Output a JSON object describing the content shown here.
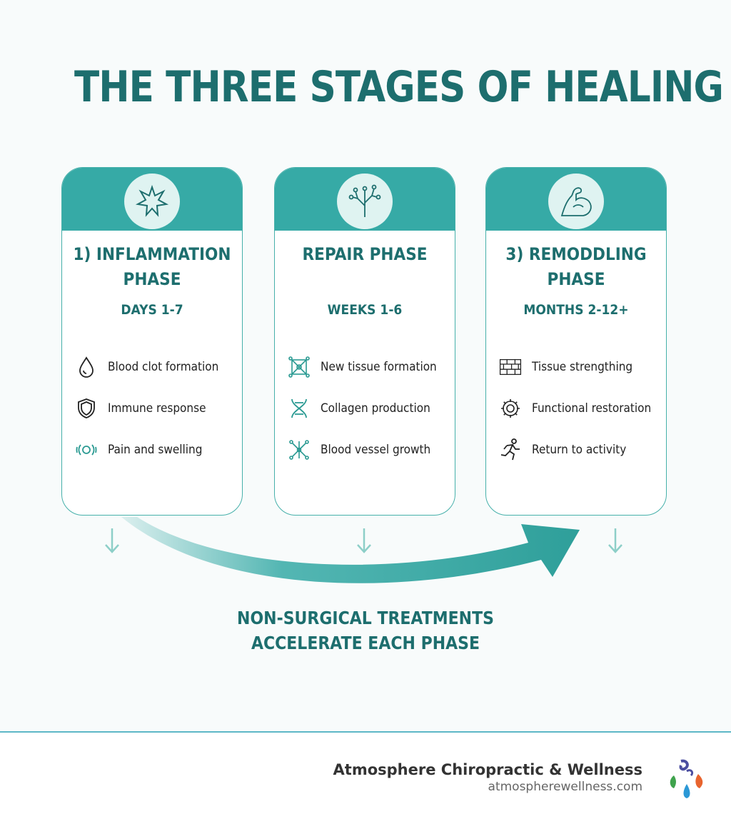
{
  "title": "THE THREE STAGES OF HEALING",
  "stages": [
    {
      "title_line1": "1) INFLAMMATION",
      "title_line2": "PHASE",
      "duration": "DAYS 1-7",
      "header_icon": "burst-icon",
      "items": [
        {
          "label": "Blood clot formation",
          "icon": "droplet-icon"
        },
        {
          "label": "Immune response",
          "icon": "shield-icon"
        },
        {
          "label": "Pain and swelling",
          "icon": "swelling-icon"
        }
      ]
    },
    {
      "title_line1": "REPAIR PHASE",
      "title_line2": "",
      "duration": "WEEKS 1-6",
      "header_icon": "cell-branch-icon",
      "items": [
        {
          "label": "New tissue formation",
          "icon": "tissue-grid-icon"
        },
        {
          "label": "Collagen production",
          "icon": "dna-icon"
        },
        {
          "label": "Blood vessel growth",
          "icon": "vessel-network-icon"
        }
      ]
    },
    {
      "title_line1": "3) REMODDLING",
      "title_line2": "PHASE",
      "duration": "MONTHS 2-12+",
      "header_icon": "flexed-arm-icon",
      "items": [
        {
          "label": "Tissue strengthing",
          "icon": "brick-wall-icon"
        },
        {
          "label": "Functional restoration",
          "icon": "gear-icon"
        },
        {
          "label": "Return to activity",
          "icon": "runner-icon"
        }
      ]
    }
  ],
  "flow_caption_line1": "NON-SURGICAL TREATMENTS",
  "flow_caption_line2": "ACCELERATE EACH PHASE",
  "footer": {
    "brand_name": "Atmosphere Chiropractic & Wellness",
    "brand_url": "atmospherewellness.com"
  },
  "colors": {
    "teal_dark": "#1d6e6e",
    "teal_header": "#36aaa6",
    "teal_light": "#dff3f1"
  }
}
